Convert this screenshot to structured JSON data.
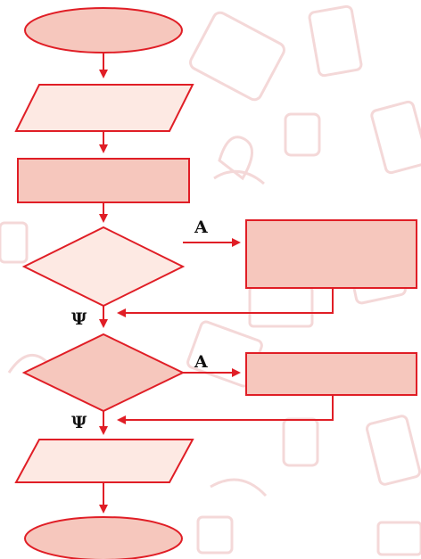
{
  "colors": {
    "stroke": "#e01e26",
    "fill_dark": "#f6c7bd",
    "fill_light": "#fde9e3",
    "arrow": "#e01e26",
    "background_pattern": "#f5d6d6",
    "label": "#111111"
  },
  "decision_1": {
    "yes_label": "Α",
    "no_label": "Ψ"
  },
  "decision_2": {
    "yes_label": "Α",
    "no_label": "Ψ"
  },
  "background": {
    "pattern_icons": [
      "keyboard-icon",
      "mouse-icon",
      "robot-icon",
      "notepad-icon",
      "envelope-icon",
      "wifi-icon"
    ]
  }
}
